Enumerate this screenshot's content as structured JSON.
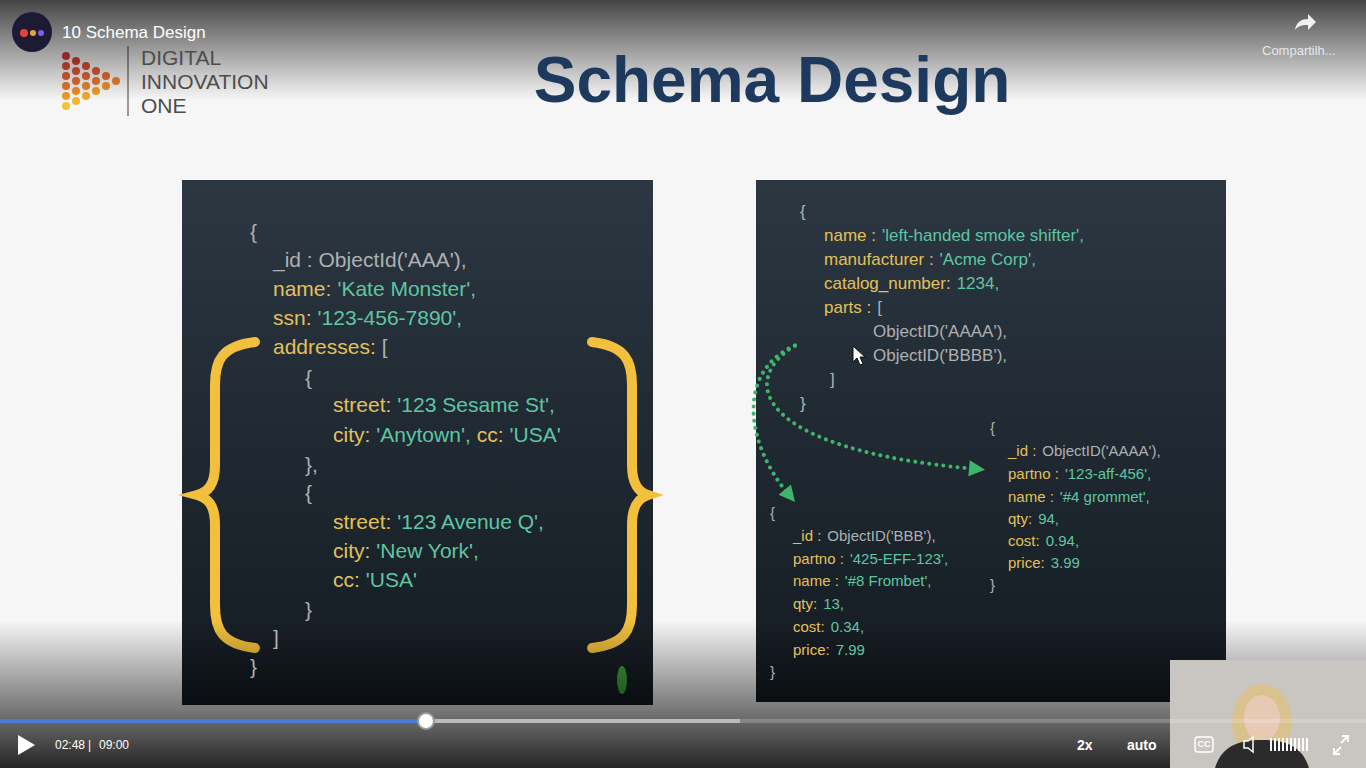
{
  "diagram": {
    "title": "Schema Design",
    "nodes": [
      {
        "text": [
          "{",
          "_id : ObjectId('AAA'),",
          "name:",
          "'Kate Monster',",
          "ssn:",
          "'123-456-7890',",
          "addresses:",
          "[",
          "{",
          "street:",
          "'123 Sesame St',",
          "city:",
          "'Anytown',",
          "cc:",
          "'USA'",
          "},",
          "{",
          "street:",
          "'123 Avenue Q',",
          "city:",
          "'New York',",
          "cc:",
          "'USA'",
          "}",
          "]",
          "}"
        ]
      },
      {
        "text": [
          "{",
          "name :",
          "'left-handed smoke shifter',",
          "manufacturer :",
          "'Acme Corp',",
          "catalog_number:",
          "1234,",
          "parts :",
          "[",
          "ObjectID('AAAA'),",
          "ObjectID('BBBB'),",
          "]",
          "}"
        ]
      },
      {
        "text": [
          "{",
          "_id :",
          "ObjectID('AAAA'),",
          "partno :",
          "'123-aff-456',",
          "name :",
          "'#4 grommet',",
          "qty:",
          "94,",
          "cost:",
          "0.94,",
          "price:",
          "3.99",
          "}"
        ]
      },
      {
        "text": [
          "{",
          "_id :",
          "ObjectID('BBB'),",
          "partno :",
          "'425-EFF-123',",
          "name :",
          "'#8 Frombet',",
          "qty:",
          "13,",
          "cost:",
          "0.34,",
          "price:",
          "7.99",
          "}"
        ]
      }
    ],
    "edges": [
      {
        "from": 1,
        "to": 2,
        "arrow": "to"
      },
      {
        "from": 1,
        "to": 3,
        "arrow": "to"
      }
    ],
    "labels": [
      "10 Schema Design",
      "Compartilh...",
      "DIGITAL INNOVATION ONE",
      "02:48",
      "|",
      "09:00",
      "2x",
      "auto",
      "CC"
    ]
  }
}
